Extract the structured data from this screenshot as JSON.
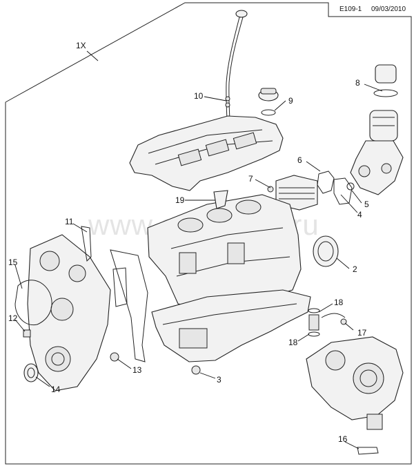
{
  "header": {
    "diagram_code": "E109-1",
    "date": "09/03/2010"
  },
  "assembly_label": "1X",
  "watermark": "www.gm-sklad.ru",
  "callouts": [
    "2",
    "3",
    "4",
    "5",
    "6",
    "7",
    "8",
    "9",
    "10",
    "11",
    "12",
    "13",
    "14",
    "15",
    "16",
    "17",
    "18",
    "18",
    "19"
  ]
}
